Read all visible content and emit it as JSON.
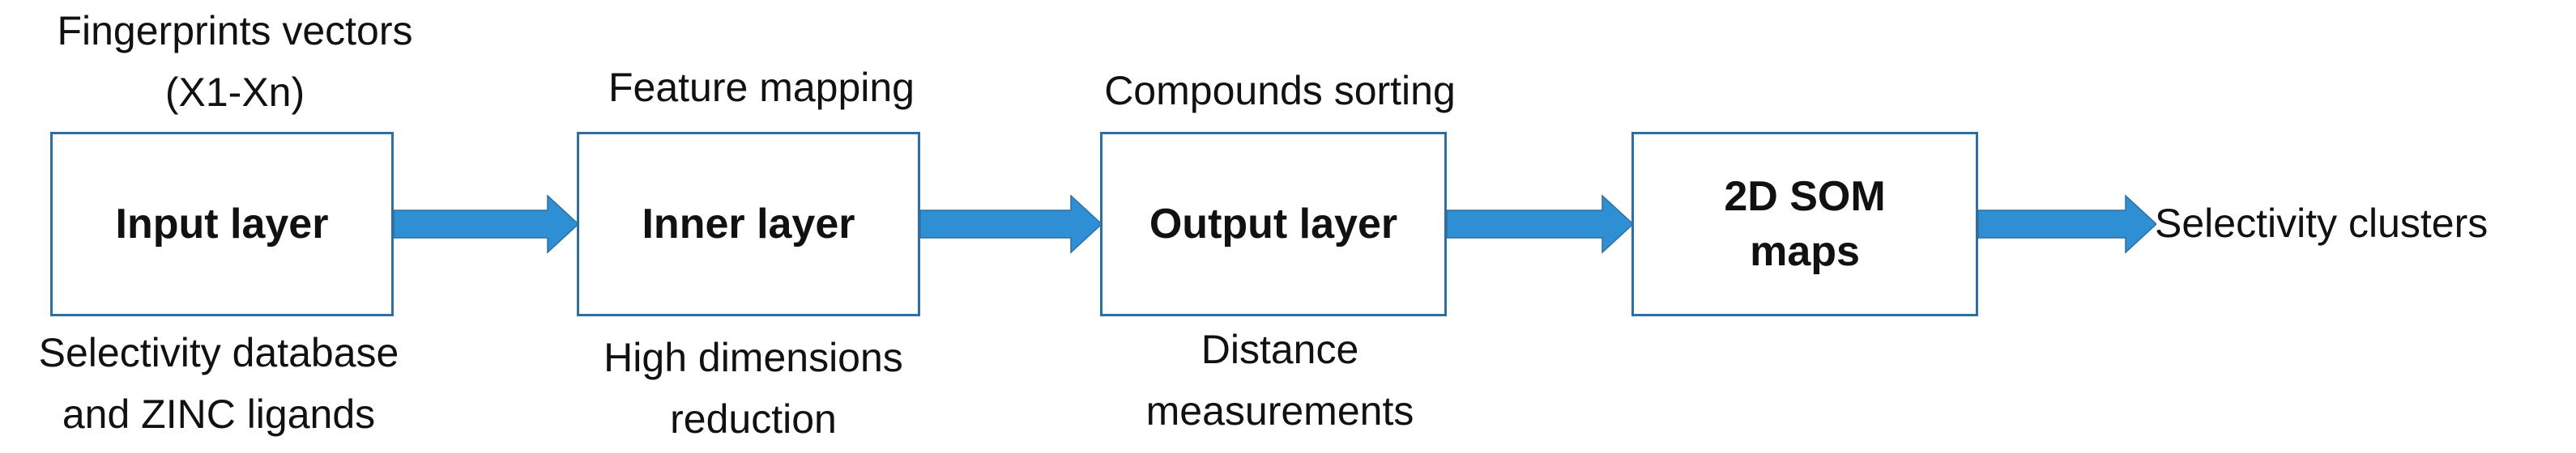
{
  "nodes": [
    {
      "label": "Input layer"
    },
    {
      "label": "Inner layer"
    },
    {
      "label": "Output layer"
    },
    {
      "label": "2D SOM\nmaps"
    }
  ],
  "captions": {
    "input_top": "Fingerprints vectors\n(X1-Xn)",
    "input_bottom": "Selectivity database\nand ZINC ligands",
    "inner_top": "Feature mapping",
    "inner_bottom": "High dimensions\nreduction",
    "output_top": "Compounds sorting",
    "output_bottom": "Distance\nmeasurements",
    "final_output": "Selectivity clusters"
  },
  "colors": {
    "arrow": "#2e8fd4",
    "border": "#2f6f9f"
  }
}
